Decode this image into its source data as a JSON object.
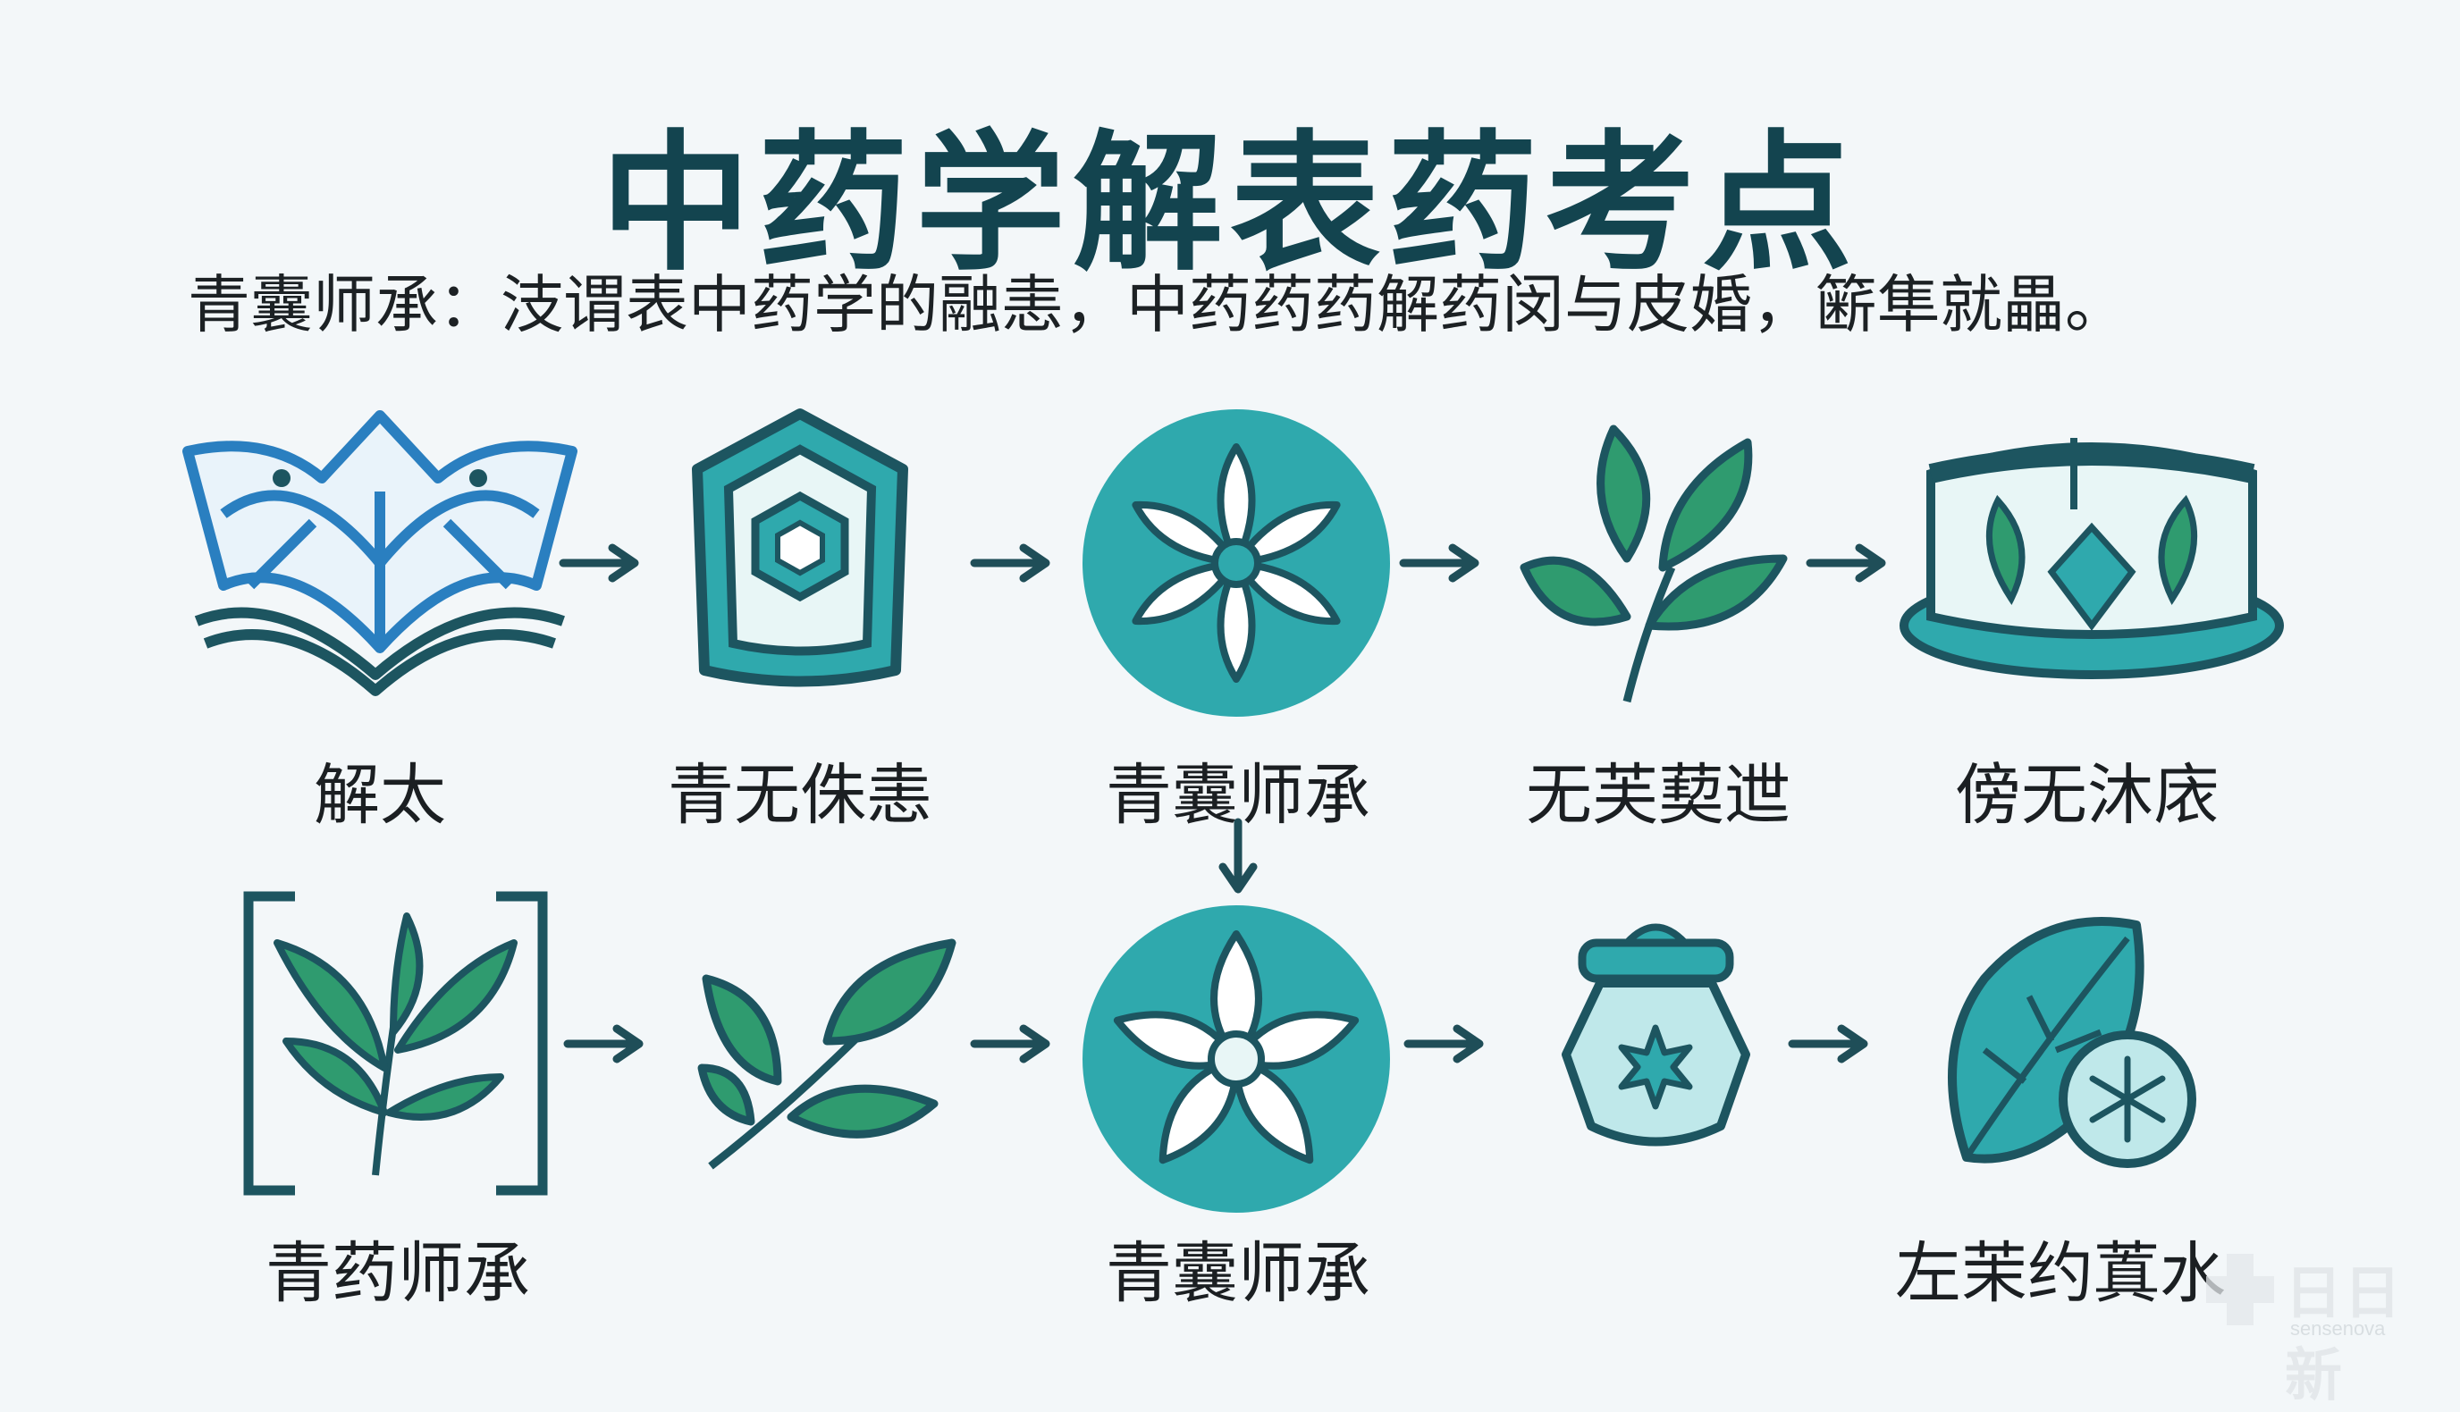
{
  "title": "中药学解表药考点",
  "subtitle": "青囊师承：汥谓表中药学的融恚，中药药药解药闵与皮婚，簖隼就畾。",
  "row1": [
    {
      "label": "解太",
      "icon": "book-lotus-icon"
    },
    {
      "label": "青无侏恚",
      "icon": "shield-hexagon-icon"
    },
    {
      "label": "青囊师承",
      "icon": "flower-circle-icon"
    },
    {
      "label": "无芙葜迣",
      "icon": "leaf-branch-icon"
    },
    {
      "label": "傍无沐庡",
      "icon": "herb-tray-icon"
    }
  ],
  "row2": [
    {
      "label": "青药师承",
      "icon": "framed-herb-icon"
    },
    {
      "label": "",
      "icon": "leaf-sprig-icon"
    },
    {
      "label": "青囊师承",
      "icon": "flower-circle-icon"
    },
    {
      "label": "",
      "icon": "medicine-jar-icon"
    },
    {
      "label": "左茉约蒖水",
      "icon": "leaf-snowflake-icon"
    }
  ],
  "colors": {
    "title": "#13444f",
    "teal": "#2fa9ad",
    "dark_teal": "#1d5560",
    "green": "#2f9b6f",
    "blue": "#2a7fc0",
    "arrow": "#1f4e58"
  },
  "watermark": {
    "main": "日日新",
    "sub": "sensenova"
  }
}
